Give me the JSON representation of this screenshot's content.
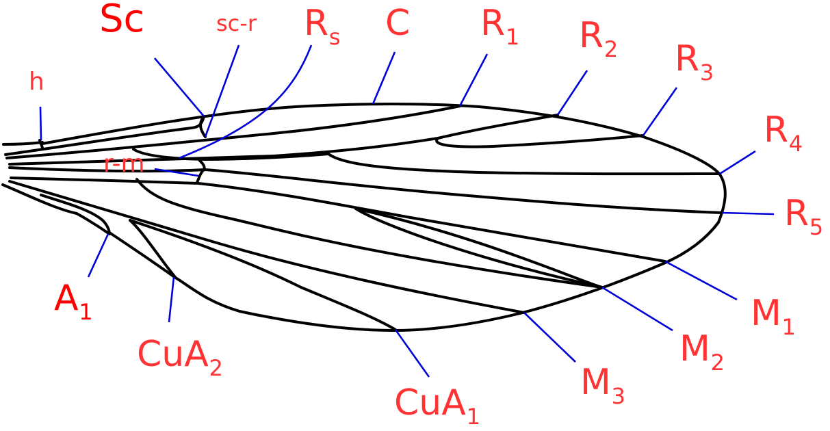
{
  "figure": {
    "title": "Insect wing venation diagram",
    "colors": {
      "vein": "#000000",
      "leader_line": "#0000d8",
      "label": "#ff3333",
      "label_strong": "#ff0000",
      "background": "#ffffff"
    }
  },
  "labels": {
    "h": {
      "main": "h",
      "sub": ""
    },
    "Sc": {
      "main": "Sc",
      "sub": ""
    },
    "sc_r": {
      "main": "sc-r",
      "sub": ""
    },
    "Rs": {
      "main": "R",
      "sub": "s"
    },
    "C": {
      "main": "C",
      "sub": ""
    },
    "R1": {
      "main": "R",
      "sub": "1"
    },
    "R2": {
      "main": "R",
      "sub": "2"
    },
    "R3": {
      "main": "R",
      "sub": "3"
    },
    "R4": {
      "main": "R",
      "sub": "4"
    },
    "R5": {
      "main": "R",
      "sub": "5"
    },
    "rm": {
      "main": "r-m",
      "sub": ""
    },
    "M1": {
      "main": "M",
      "sub": "1"
    },
    "M2": {
      "main": "M",
      "sub": "2"
    },
    "M3": {
      "main": "M",
      "sub": "3"
    },
    "CuA1": {
      "main": "CuA",
      "sub": "1"
    },
    "CuA2": {
      "main": "CuA",
      "sub": "2"
    },
    "A1": {
      "main": "A",
      "sub": "1"
    }
  }
}
